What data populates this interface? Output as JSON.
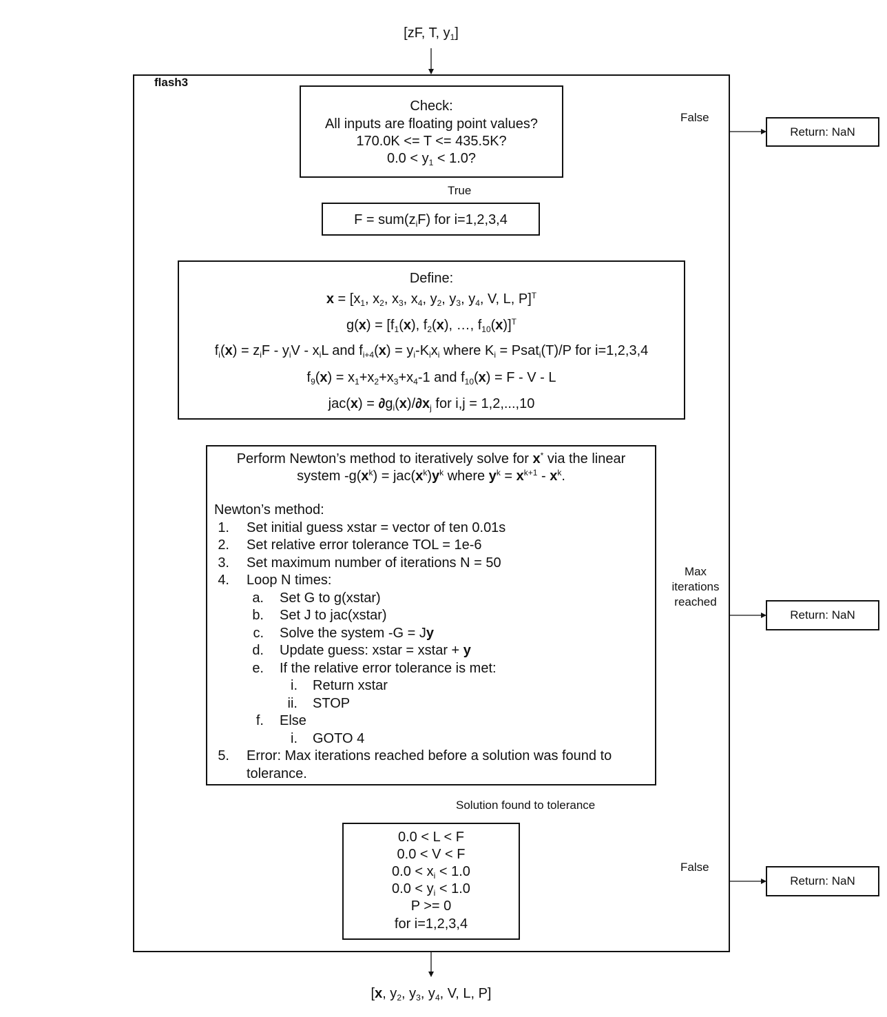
{
  "input_label": "[zF, T, y1]",
  "module_name": "flash3",
  "check_box": {
    "lines": [
      "Check:",
      "All inputs are floating point values?",
      "170.0K <= T <= 435.5K?",
      "0.0 < y1 < 1.0?"
    ]
  },
  "false_label_1": "False",
  "return_nan": "Return: NaN",
  "true_label": "True",
  "sum_box": "F = sum(ziF) for i=1,2,3,4",
  "define_box": {
    "title": "Define:",
    "eq_x": "x = [x1, x2, x3, x4, y2, y3, y4, V, L, P]T",
    "eq_g": "g(x) = [f1(x), f2(x), …, f10(x)]T",
    "eq_f": "fi(x) = ziF - yiV - xiL and fi+4(x) = yi-Kixi where Ki = Psati(T)/P for i=1,2,3,4",
    "eq_f9": "f9(x) = x1+x2+x3+x4-1 and f10(x) = F - V - L",
    "eq_jac": "jac(x) = ∂gi(x)/∂xj for i,j = 1,2,...,10"
  },
  "newton_box": {
    "intro_1": "Perform Newton’s method to iteratively solve for x* via the linear",
    "intro_2": "system -g(xk) = jac(xk)yk where yk = xk+1 - xk.",
    "heading": "Newton’s method:",
    "steps": [
      {
        "num": "1.",
        "text": "Set initial guess xstar = vector of ten 0.01s"
      },
      {
        "num": "2.",
        "text": "Set relative error tolerance TOL = 1e-6"
      },
      {
        "num": "3.",
        "text": "Set maximum number of iterations N = 50"
      },
      {
        "num": "4.",
        "text": "Loop N times:"
      },
      {
        "num": "a.",
        "text": "Set G to g(xstar)"
      },
      {
        "num": "b.",
        "text": "Set J to jac(xstar)"
      },
      {
        "num": "c.",
        "text": "Solve the system -G = Jy"
      },
      {
        "num": "d.",
        "text": "Update guess: xstar = xstar + y"
      },
      {
        "num": "e.",
        "text": "If the relative error tolerance is met:"
      },
      {
        "num": "i.",
        "text": "Return xstar"
      },
      {
        "num": "ii.",
        "text": "STOP"
      },
      {
        "num": "f.",
        "text": "Else"
      },
      {
        "num": "i.",
        "text": "GOTO 4"
      },
      {
        "num": "5.",
        "text": "Error: Max iterations reached before a solution was found to"
      },
      {
        "num": "",
        "text": "tolerance."
      }
    ]
  },
  "max_iter_label": [
    "Max",
    "iterations",
    "reached"
  ],
  "solution_label": "Solution found to tolerance",
  "final_check": {
    "lines": [
      "0.0 < L < F",
      "0.0 < V < F",
      "0.0 < xi < 1.0",
      "0.0 < yi < 1.0",
      "P >= 0",
      "for i=1,2,3,4"
    ]
  },
  "false_label_2": "False",
  "output_label": "[x, y2, y3, y4, V, L, P]"
}
